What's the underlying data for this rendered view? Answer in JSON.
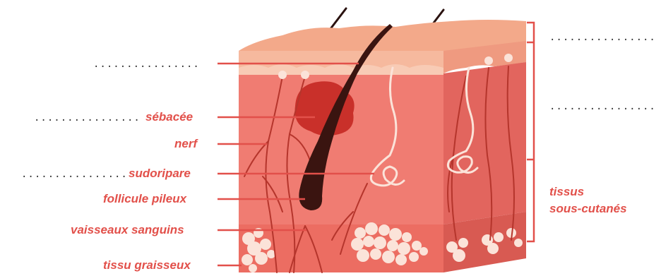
{
  "colors": {
    "label": "#e2504a",
    "leader_line": "#e2504a",
    "epidermis": "#f3a98a",
    "dermis": "#f07c72",
    "dermis_side": "#e2655e",
    "hypodermis": "#ec6d62",
    "fat_cells": "#fbe3d9",
    "nerve_vessel": "#b5352c",
    "hair": "#3a1410",
    "sebaceous_gland": "#c9302a"
  },
  "labels": {
    "blank_top": "................",
    "gland_prefix_blank": "................",
    "sebacee": "sébacée",
    "nerf": "nerf",
    "sudoripare_prefix_blank": "................",
    "sudoripare": "sudoripare",
    "follicule": "follicule pileux",
    "vaisseaux": "vaisseaux sanguins",
    "graisseux": "tissu graisseux",
    "right_blank_1": "................",
    "right_blank_2": "................",
    "tissus_line1": "tissus",
    "tissus_line2": "sous-cutanés"
  }
}
